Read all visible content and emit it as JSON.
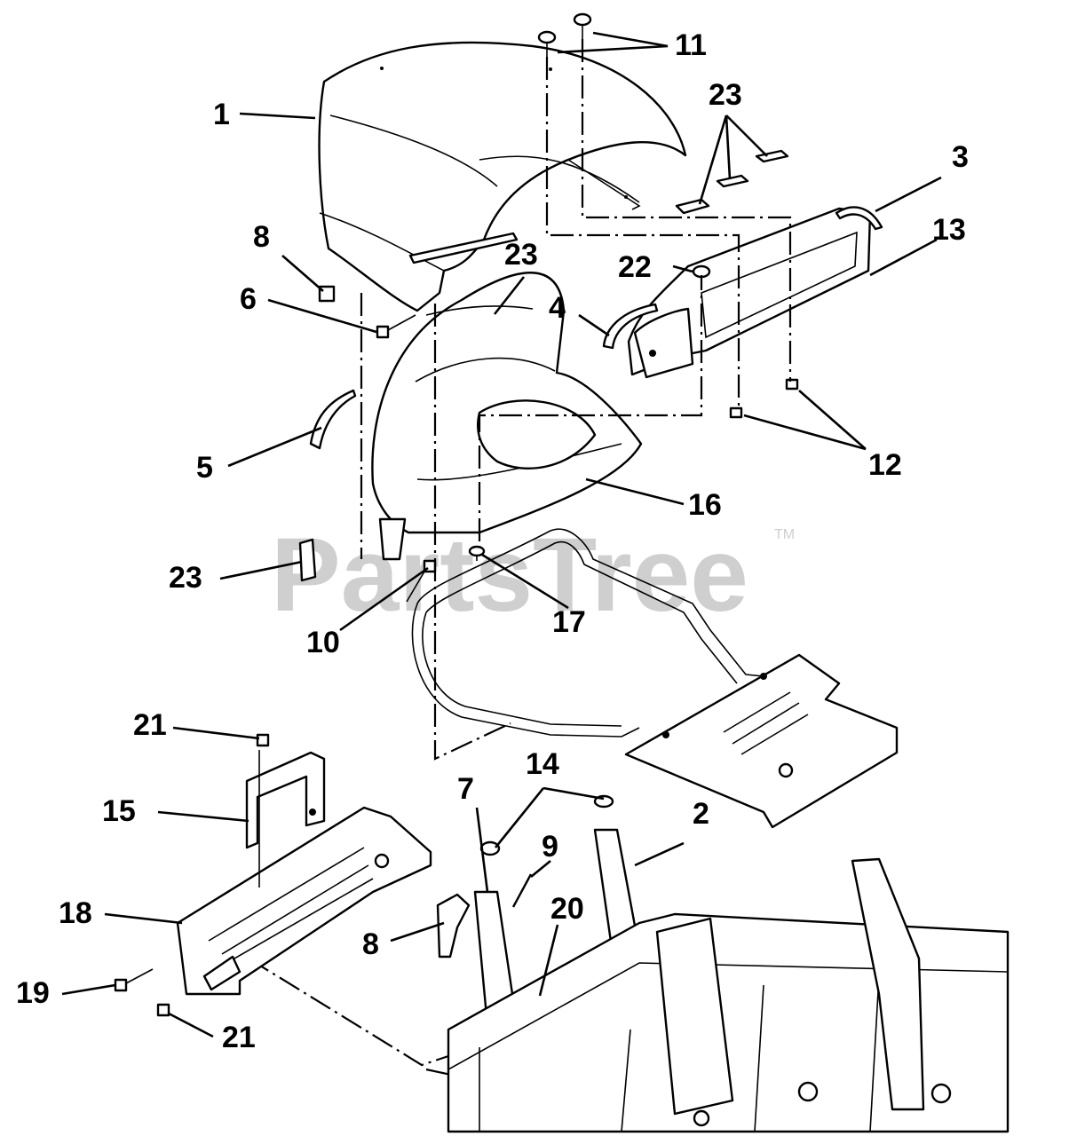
{
  "watermark": {
    "text": "PartsTree",
    "trademark": "TM"
  },
  "callouts": {
    "c1": "1",
    "c2": "2",
    "c3": "3",
    "c4": "4",
    "c5": "5",
    "c6": "6",
    "c7": "7",
    "c8a": "8",
    "c8b": "8",
    "c9": "9",
    "c10": "10",
    "c11": "11",
    "c12": "12",
    "c13": "13",
    "c14": "14",
    "c15": "15",
    "c16": "16",
    "c17": "17",
    "c18": "18",
    "c19": "19",
    "c20": "20",
    "c21a": "21",
    "c21b": "21",
    "c23a": "23",
    "c23b": "23",
    "c23c": "23",
    "c22": "22"
  },
  "colors": {
    "ink": "#000000",
    "paper": "#ffffff",
    "watermark": "#cfcfcf"
  }
}
